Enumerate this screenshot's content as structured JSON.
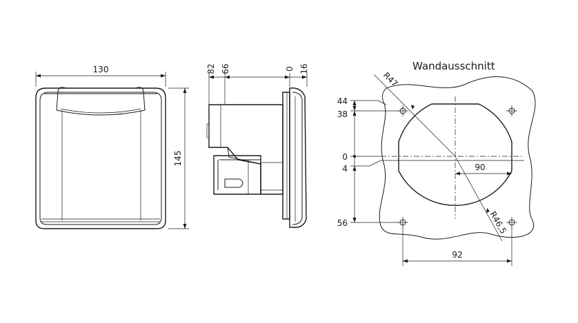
{
  "title": "Wandausschnitt",
  "front_view": {
    "width_label": "130",
    "height_label": "145"
  },
  "side_view": {
    "labels": [
      "82",
      "66",
      "0",
      "16"
    ]
  },
  "cutout": {
    "left_labels": [
      "44",
      "38",
      "0",
      "4",
      "56"
    ],
    "radius_outer": "R47",
    "radius_inner": "R46,5",
    "width_inner": "90",
    "width_holes": "92"
  }
}
